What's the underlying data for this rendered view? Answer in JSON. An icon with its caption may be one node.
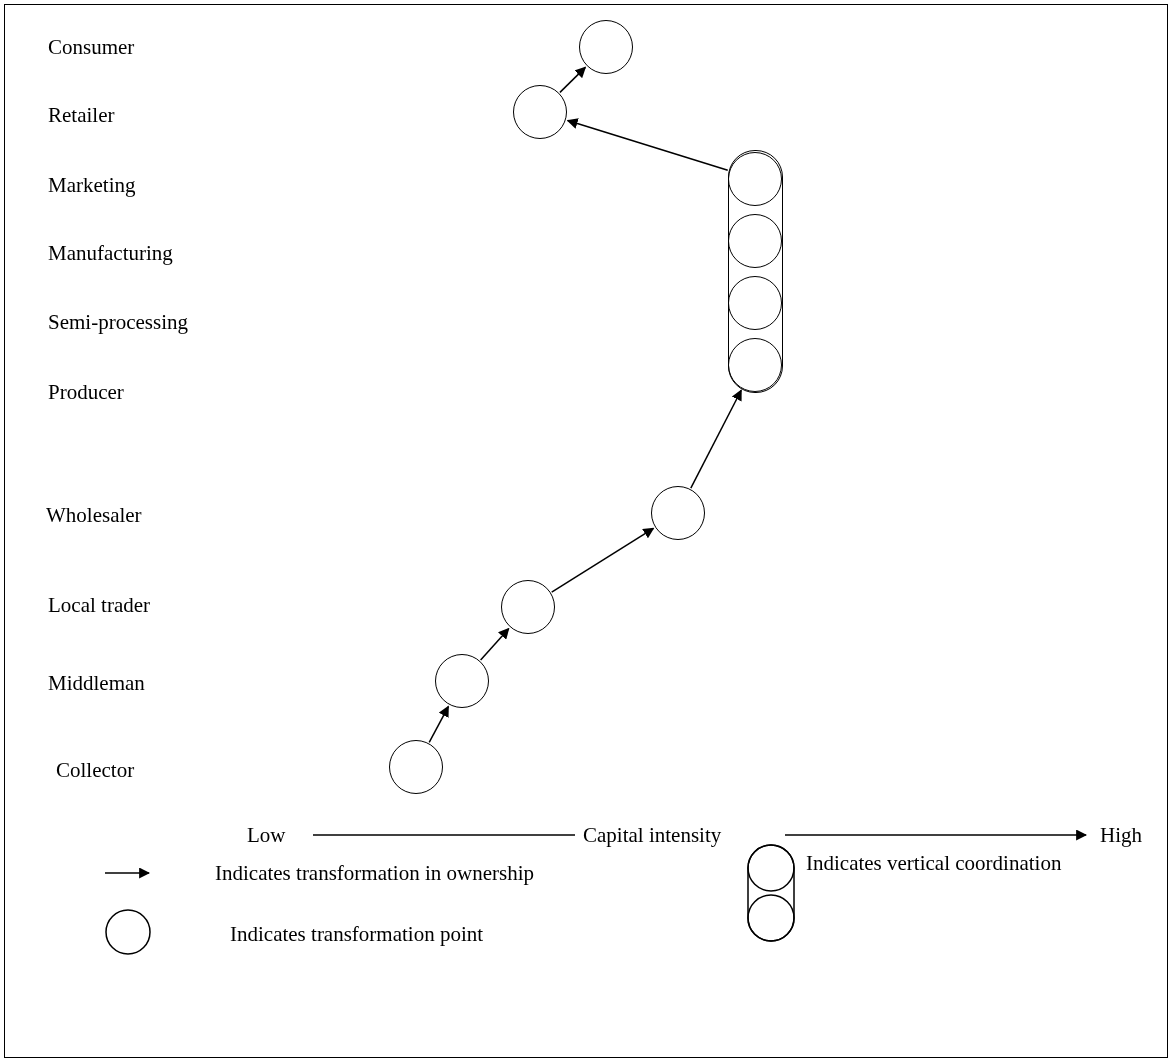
{
  "diagram": {
    "nodes": [
      {
        "text": [],
        "shape": "circle"
      },
      {
        "text": [],
        "shape": "circle"
      },
      {
        "text": [],
        "shape": "box"
      },
      {
        "text": [],
        "shape": "circle",
        "in": 2
      },
      {
        "text": [],
        "shape": "circle",
        "in": 2
      },
      {
        "text": [],
        "shape": "circle",
        "in": 2
      },
      {
        "text": [],
        "shape": "circle",
        "in": 2
      },
      {
        "text": [],
        "shape": "circle"
      },
      {
        "text": [],
        "shape": "circle"
      },
      {
        "text": [],
        "shape": "circle"
      },
      {
        "text": [],
        "shape": "circle"
      }
    ],
    "edges": [
      {
        "from": 10,
        "to": 9,
        "arrow": "to"
      },
      {
        "from": 9,
        "to": 8,
        "arrow": "to"
      },
      {
        "from": 8,
        "to": 7,
        "arrow": "to"
      },
      {
        "from": 7,
        "to": 6,
        "arrow": "to"
      },
      {
        "from": 3,
        "to": 1,
        "arrow": "to"
      },
      {
        "from": 1,
        "to": 0,
        "arrow": "to"
      }
    ],
    "labels": [
      "Consumer",
      "Retailer",
      "Marketing",
      "Manufacturing",
      "Semi-processing",
      "Producer",
      "Wholesaler",
      "Local trader",
      "Middleman",
      "Collector",
      "Low",
      "Capital intensity",
      "High"
    ],
    "legend": [
      {
        "text": "Indicates transformation in ownership"
      },
      {
        "text": "Indicates vertical coordination"
      },
      {
        "text": "Indicates transformation point"
      }
    ]
  }
}
